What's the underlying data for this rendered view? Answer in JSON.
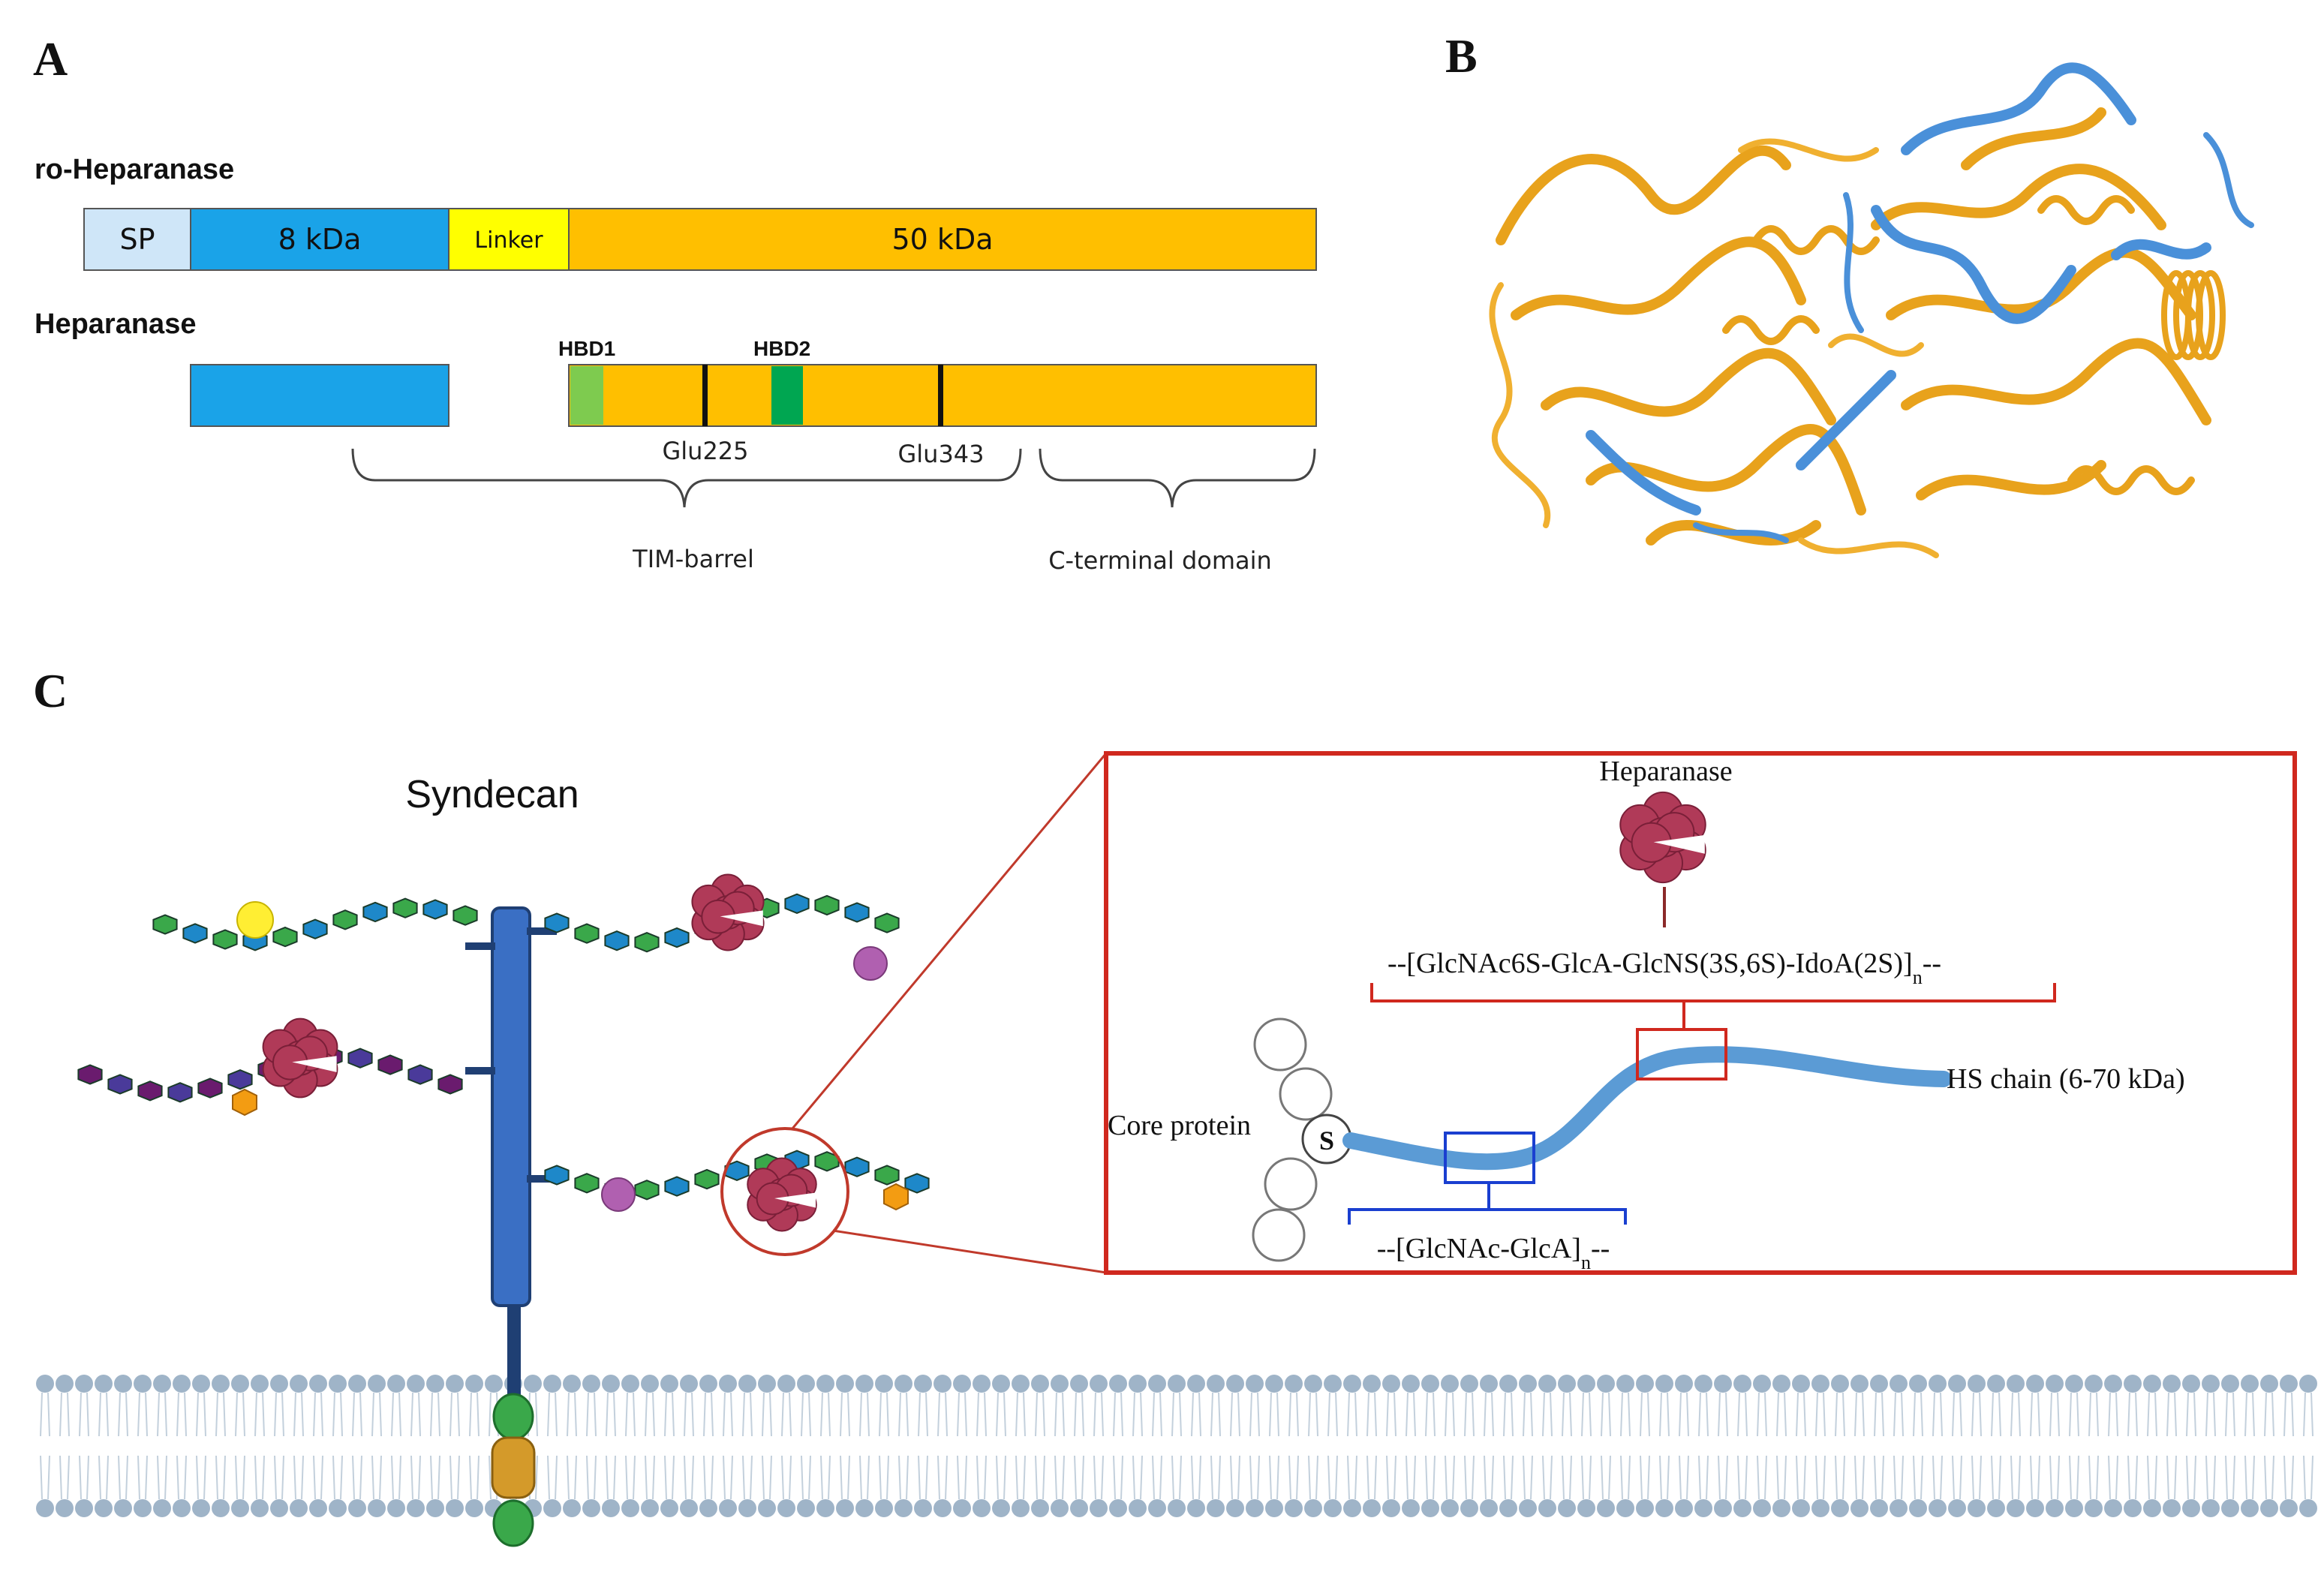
{
  "panels": {
    "a": "A",
    "b": "B",
    "c": "C"
  },
  "panel_a": {
    "pro_title": "ro-Heparanase",
    "mature_title": "Heparanase",
    "segments": {
      "sp": "SP",
      "kda8": "8 kDa",
      "linker": "Linker",
      "kda50": "50 kDa"
    },
    "hbd1": "HBD1",
    "hbd2": "HBD2",
    "glu225": "Glu225",
    "glu343": "Glu343",
    "tim_barrel": "TIM-barrel",
    "c_terminal": "C-terminal domain"
  },
  "panel_c": {
    "syndecan": "Syndecan",
    "inset_heparanase": "Heparanase",
    "seq_top_main": "--[GlcNAc6S-GlcA-GlcNS(3S,6S)-IdoA(2S)]",
    "seq_top_sub": "n",
    "seq_top_end": "--",
    "hs_chain": "HS chain (6-70 kDa)",
    "core_protein": "Core protein",
    "s_label": "S",
    "seq_bottom_main": "--[GlcNAc-GlcA]",
    "seq_bottom_sub": "n",
    "seq_bottom_end": "--"
  },
  "colors": {
    "sp": "#cfe6f8",
    "blue_domain": "#1aa3e8",
    "linker": "#ffff00",
    "orange": "#ffbf00",
    "hbd1": "#7ecb4f",
    "hbd2": "#00a651",
    "protein_orange": "#e8a21c",
    "protein_blue": "#4a90d9",
    "heparanase_red": "#b03a58",
    "inset_border": "#d0281e",
    "hs_chain": "#5b9bd5"
  }
}
